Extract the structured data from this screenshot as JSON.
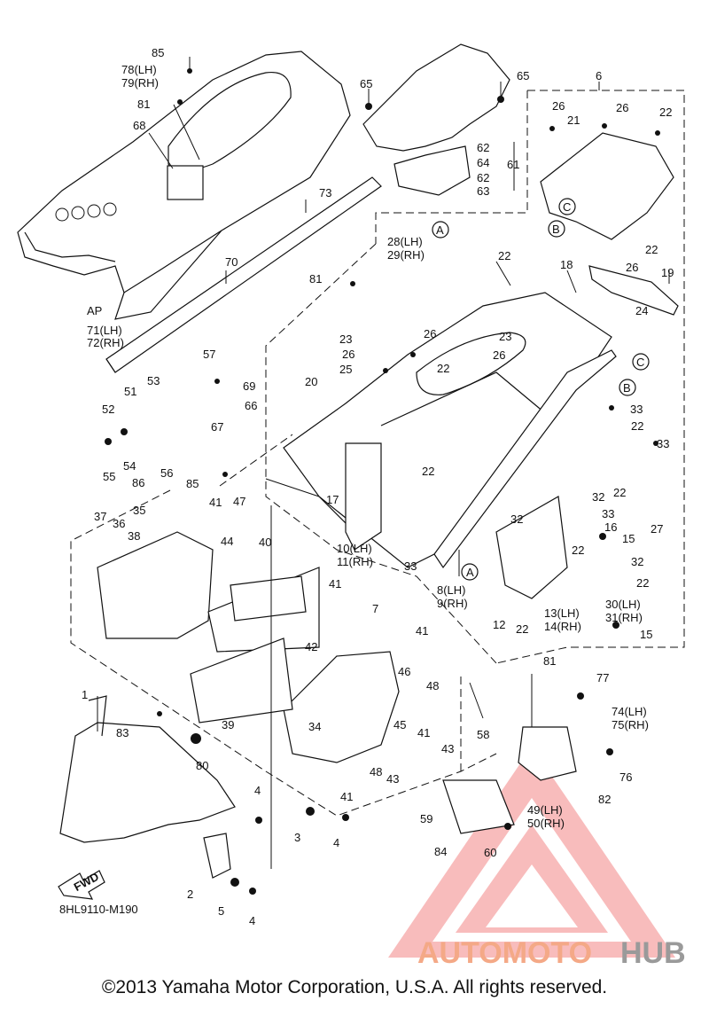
{
  "diagram_code": "8HL9110-M190",
  "copyright": "©2013 Yamaha Motor Corporation, U.S.A. All rights reserved.",
  "watermark": {
    "text_a": "AUTOMOTO",
    "text_b": "HUB",
    "color_a": "#f4a987",
    "color_b": "#9a9a9a",
    "triangle_color": "#f08a8a"
  },
  "fwd_label": "FWD",
  "callouts": {
    "c85a": "85",
    "c78": "78(LH)",
    "c79": "79(RH)",
    "c81a": "81",
    "c68": "68",
    "c65a": "65",
    "c65b": "65",
    "c62a": "62",
    "c64": "64",
    "c62b": "62",
    "c63": "63",
    "c61": "61",
    "c6": "6",
    "c26a": "26",
    "c21": "21",
    "c26b": "26",
    "c22a": "22",
    "c73": "73",
    "cCa": "C",
    "cBa": "B",
    "c22b": "22",
    "c26c": "26",
    "c70": "70",
    "cAa": "A",
    "c28": "28(LH)",
    "c29": "29(RH)",
    "c22c": "22",
    "c18": "18",
    "c19": "19",
    "c24": "24",
    "c81b": "81",
    "cAP": "AP",
    "c71": "71(LH)",
    "c72": "72(RH)",
    "c23a": "23",
    "c26d": "26",
    "c23b": "23",
    "c26e": "26",
    "c26f": "26",
    "c25": "25",
    "c22d": "22",
    "cCb": "C",
    "c57": "57",
    "c69": "69",
    "cBb": "B",
    "c20": "20",
    "c53": "53",
    "c51": "51",
    "c33a": "33",
    "c52": "52",
    "c22e": "22",
    "c66": "66",
    "c33b": "33",
    "c67": "67",
    "c54": "54",
    "c55": "55",
    "c56": "56",
    "c22f": "22",
    "c85b": "85",
    "c86": "86",
    "c32a": "32",
    "c22g": "22",
    "c27": "27",
    "c33c": "33",
    "c16": "16",
    "c15a": "15",
    "c35": "35",
    "c37": "37",
    "c36": "36",
    "c38": "38",
    "c41a": "41",
    "c47": "47",
    "c17": "17",
    "c32b": "32",
    "c44": "44",
    "c40": "40",
    "c41b": "41",
    "c10": "10(LH)",
    "c11": "11(RH)",
    "c22h": "22",
    "c32c": "32",
    "c22i": "22",
    "c33d": "33",
    "cAc": "A",
    "c8": "8(LH)",
    "c9": "9(RH)",
    "c30": "30(LH)",
    "c31": "31(RH)",
    "c7": "7",
    "c12": "12",
    "c22j": "22",
    "c13": "13(LH)",
    "c14": "14(RH)",
    "c15b": "15",
    "c41c": "41",
    "c42": "42",
    "c46": "46",
    "c48a": "48",
    "c81c": "81",
    "c77": "77",
    "c74": "74(LH)",
    "c75": "75(RH)",
    "c58": "58",
    "c1": "1",
    "c83": "83",
    "c39": "39",
    "c34": "34",
    "c45": "45",
    "c41d": "41",
    "c43a": "43",
    "c80": "80",
    "c48b": "48",
    "c43b": "43",
    "c76": "76",
    "c41e": "41",
    "c82": "82",
    "c4a": "4",
    "c3": "3",
    "c4b": "4",
    "c59": "59",
    "c49": "49(LH)",
    "c50": "50(RH)",
    "c84": "84",
    "c60": "60",
    "c2": "2",
    "c5": "5",
    "c4c": "4"
  }
}
